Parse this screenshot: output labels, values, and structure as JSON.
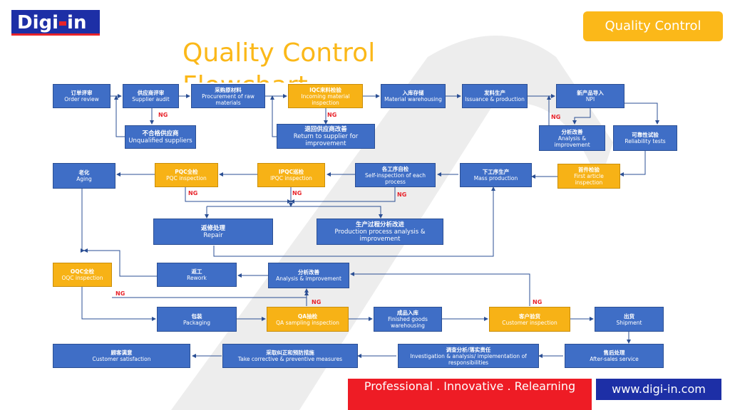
{
  "brand": {
    "logo_left": "Digi",
    "logo_right": "in",
    "color_primary": "#1d2fa6",
    "color_accent": "#e8232a"
  },
  "header": {
    "badge": "Quality Control",
    "title_line1": "Quality Control",
    "title_line2": "Flowchart"
  },
  "ng_label": "NG",
  "steps": {
    "order_review": {
      "cn": "订单评审",
      "en": "Order review"
    },
    "supplier_audit": {
      "cn": "供应商评审",
      "en": "Supplier audit"
    },
    "unqualified_suppliers": {
      "cn": "不合格供应商",
      "en": "Unqualified suppliers"
    },
    "procurement": {
      "cn": "采购原材料",
      "en": "Procurement of raw materials"
    },
    "iqc": {
      "cn": "IQC来料检验",
      "en": "Incoming material inspection"
    },
    "return_supplier": {
      "cn": "退回供应商改善",
      "en": "Return to supplier for improvement"
    },
    "material_warehousing": {
      "cn": "入库存储",
      "en": "Material warehousing"
    },
    "issuance": {
      "cn": "发料生产",
      "en": "Issuance & production"
    },
    "npi": {
      "cn": "新产品导入",
      "en": "NPI"
    },
    "analysis_npi": {
      "cn": "分析改善",
      "en": "Analysis & improvement"
    },
    "reliability": {
      "cn": "可靠性试验",
      "en": "Reliability tests"
    },
    "first_article": {
      "cn": "首件检验",
      "en": "First article inspection"
    },
    "mass_production": {
      "cn": "下工序生产",
      "en": "Mass production"
    },
    "self_inspection": {
      "cn": "各工序自检",
      "en": "Self-inspection of each process"
    },
    "ipqc": {
      "cn": "IPQC巡检",
      "en": "IPQC inspection"
    },
    "pqc": {
      "cn": "PQC全检",
      "en": "PQC inspection"
    },
    "aging": {
      "cn": "老化",
      "en": "Aging"
    },
    "repair": {
      "cn": "返修处理",
      "en": "Repair"
    },
    "process_analysis": {
      "cn": "生产过程分析改进",
      "en": "Production process analysis & improvement"
    },
    "oqc": {
      "cn": "OQC全检",
      "en": "OQC inspection"
    },
    "rework": {
      "cn": "返工",
      "en": "Rework"
    },
    "analysis_qa": {
      "cn": "分析改善",
      "en": "Analysis & improvement"
    },
    "packaging": {
      "cn": "包装",
      "en": "Packaging"
    },
    "qa_sampling": {
      "cn": "QA抽检",
      "en": "QA sampling inspection"
    },
    "finished_goods": {
      "cn": "成品入库",
      "en": "Finished goods warehousing"
    },
    "customer_inspection": {
      "cn": "客户验货",
      "en": "Customer inspection"
    },
    "shipment": {
      "cn": "出货",
      "en": "Shipment"
    },
    "after_sales": {
      "cn": "售后处理",
      "en": "After-sales service"
    },
    "investigation": {
      "cn": "调查分析/落实责任",
      "en": "Investigation & analysis/ implementation of responsibilities"
    },
    "corrective": {
      "cn": "采取纠正和预防措施",
      "en": "Take corrective & preventive measures"
    },
    "satisfaction": {
      "cn": "顾客满意",
      "en": "Customer satisfaction"
    }
  },
  "footer": {
    "slogan": "Professional . Innovative . Relearning",
    "website": "www.digi-in.com"
  }
}
